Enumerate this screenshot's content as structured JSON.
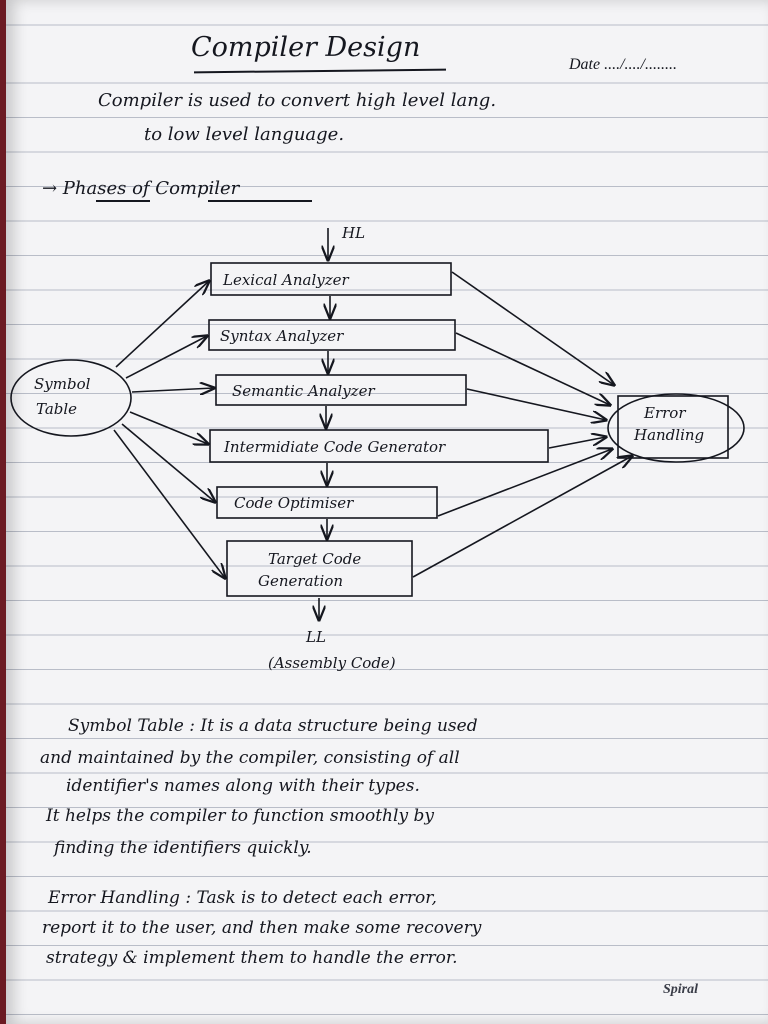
{
  "page": {
    "title": "Compiler Design",
    "date_label": "Date ..../..../........",
    "intro": [
      "Compiler is used to convert high level lang.",
      "to low level language."
    ],
    "phases_heading": "→ Phases of Compiler",
    "diagram": {
      "input_label": "HL",
      "phases": [
        "Lexical Analyzer",
        "Syntax Analyzer",
        "Semantic Analyzer",
        "Intermidiate Code Generator",
        "Code Optimiser",
        "Target Code",
        "Generation"
      ],
      "symbol_table": [
        "Symbol",
        "Table"
      ],
      "error_handling": [
        "Error",
        "Handling"
      ],
      "output_label": "LL",
      "output_sublabel": "(Assembly Code)"
    },
    "symbol_table_para": [
      "Symbol Table : It is a data structure being used",
      "and maintained by the compiler, consisting of all",
      "identifier's names along with their types.",
      "It helps the compiler to function smoothly by",
      "finding the identifiers quickly."
    ],
    "error_handling_para": [
      "Error Handling : Task is to detect each error,",
      "report it to the user, and then make some recovery",
      "strategy & implement them to handle the error."
    ],
    "brand": "Spiral"
  }
}
